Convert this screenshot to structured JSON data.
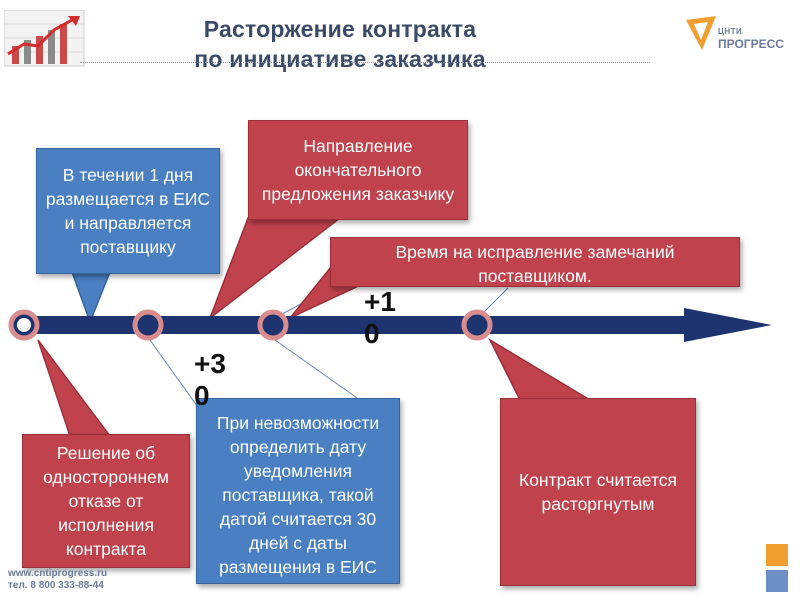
{
  "title": {
    "line1": "Расторжение контракта",
    "line2": "по инициативе заказчика"
  },
  "logo": {
    "small_text": "ЦНТИ",
    "big_text": "ПРОГРЕСС"
  },
  "boxes": {
    "blue_top": "В течении 1 дня размещается в ЕИС и направляется поставщику",
    "red_top": "Направление окончательного предложения заказчику",
    "red_mid": "Время на исправление замечаний поставщиком.",
    "red_left": "Решение об одностороннем отказе от исполнения контракта",
    "blue_bottom": "При невозможности определить дату уведомления поставщика, такой датой считается 30 дней с даты размещения в ЕИС",
    "red_right": "Контракт считается расторгнутым"
  },
  "markers": {
    "plus30": "+30",
    "plus10": "+10"
  },
  "footer": {
    "site": "www.cntiprogress.ru",
    "phone": "тел. 8 800 333-88-44"
  },
  "colors": {
    "red_box": "#c0424d",
    "blue_box": "#4a7fc1",
    "timeline": "#1e3470",
    "title": "#3b4a66",
    "accent_orange": "#f0a030",
    "accent_blue": "#6c8fc8"
  },
  "icons": {
    "header_chart": "growth-chart-icon",
    "logo": "progress-logo-icon"
  }
}
